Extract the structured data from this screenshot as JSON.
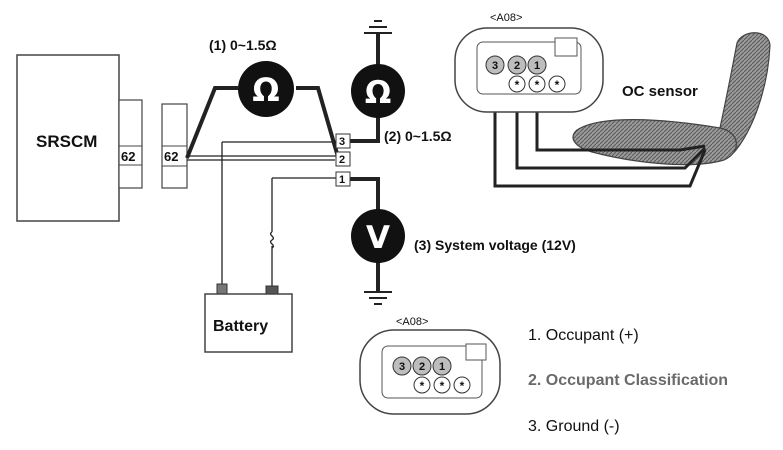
{
  "srscm": {
    "label": "SRSCM",
    "pin": "62"
  },
  "connector": {
    "pin": "62",
    "pins": [
      "3",
      "2",
      "1"
    ]
  },
  "battery": {
    "label": "Battery"
  },
  "meters": {
    "ohm_symbol": "Ω",
    "volt_symbol": "V",
    "m1_label": "(1) 0~1.5Ω",
    "m2_label": "(2) 0~1.5Ω",
    "m3_label": "(3) System voltage (12V)"
  },
  "top_connector": {
    "label": "<A08>",
    "pins": [
      "3",
      "2",
      "1"
    ],
    "stars": [
      "*",
      "*",
      "*"
    ]
  },
  "bottom_connector": {
    "label": "<A08>",
    "pins": [
      "3",
      "2",
      "1"
    ],
    "stars": [
      "*",
      "*",
      "*"
    ]
  },
  "oc_sensor": {
    "label": "OC sensor"
  },
  "legend": {
    "item1": "1. Occupant (+)",
    "item2": "2. Occupant Classification",
    "item3": "3. Ground (-)"
  },
  "colors": {
    "line": "#222222",
    "meter": "#111111",
    "seat_fill": "#8d8d8d",
    "pin_fill": "#bdbdbd",
    "highlight": "#6a6a6a"
  }
}
